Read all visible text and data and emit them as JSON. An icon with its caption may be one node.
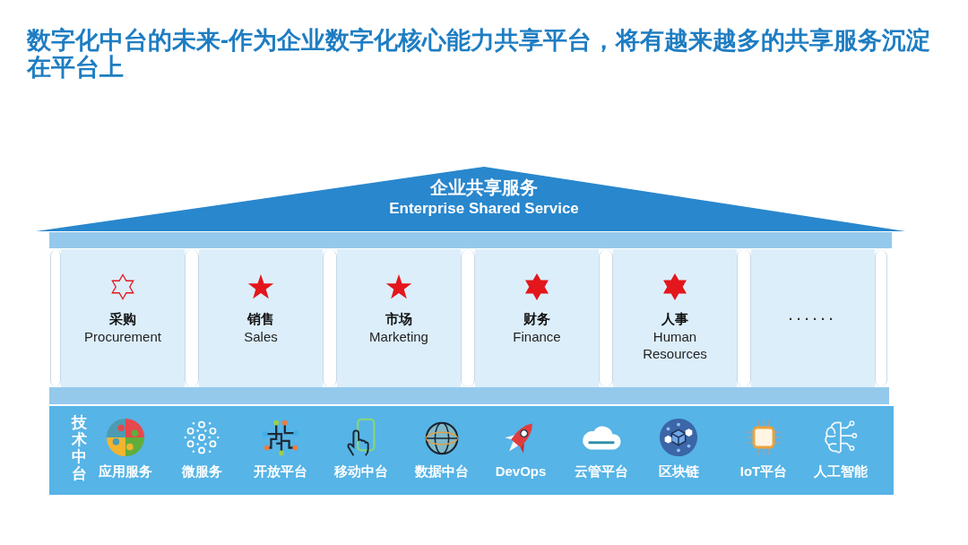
{
  "diagram": {
    "title": "数字化中台的未来-作为企业数字化核心能力共享平台，将有越来越多的共享服务沉淀在平台上",
    "nodes": [
      {
        "text": [
          "企业共享服务",
          "Enterprise Shared Service"
        ]
      },
      {
        "text": [],
        "shape": "bar"
      },
      {
        "text": [],
        "shape": "pillar"
      },
      {
        "text": [
          "采购",
          "Procurement"
        ]
      },
      {
        "text": [],
        "shape": "pillar"
      },
      {
        "text": [
          "销售",
          "Sales"
        ]
      },
      {
        "text": [],
        "shape": "pillar"
      },
      {
        "text": [
          "市场",
          "Marketing"
        ]
      },
      {
        "text": [],
        "shape": "pillar"
      },
      {
        "text": [
          "财务",
          "Finance"
        ]
      },
      {
        "text": [],
        "shape": "pillar"
      },
      {
        "text": [
          "人事",
          "Human Resources"
        ]
      },
      {
        "text": [],
        "shape": "pillar"
      },
      {
        "text": [
          "······"
        ]
      },
      {
        "text": [],
        "shape": "pillar"
      },
      {
        "text": [],
        "shape": "bar"
      },
      {
        "text": [
          "技术中台"
        ]
      }
    ],
    "labels": [
      "应用服务",
      "微服务",
      "开放平台",
      "移动中台",
      "数据中台",
      "DevOps",
      "云管平台",
      "区块链",
      "IoT平台",
      "人工智能"
    ]
  }
}
